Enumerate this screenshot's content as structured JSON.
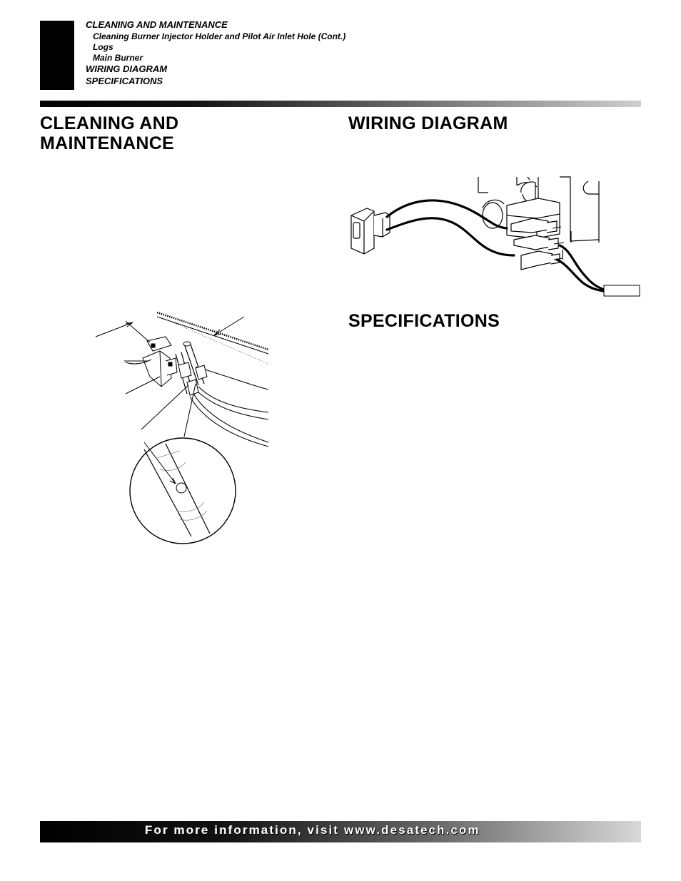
{
  "toc": {
    "items": [
      {
        "label": "CLEANING AND MAINTENANCE"
      },
      {
        "label": "Cleaning Burner Injector Holder and Pilot Air Inlet Hole (Cont.)"
      },
      {
        "label": "Logs"
      },
      {
        "label": "Main Burner"
      },
      {
        "label": "WIRING DIAGRAM"
      },
      {
        "label": "SPECIFICATIONS"
      }
    ]
  },
  "sections": {
    "cleaning_title_line1": "CLEANING AND",
    "cleaning_title_line2": "MAINTENANCE",
    "wiring_title": "WIRING DIAGRAM",
    "specifications_title": "SPECIFICATIONS"
  },
  "footer": {
    "text": "For more information, visit www.desatech.com"
  },
  "colors": {
    "ink": "#000000",
    "paper": "#ffffff"
  }
}
